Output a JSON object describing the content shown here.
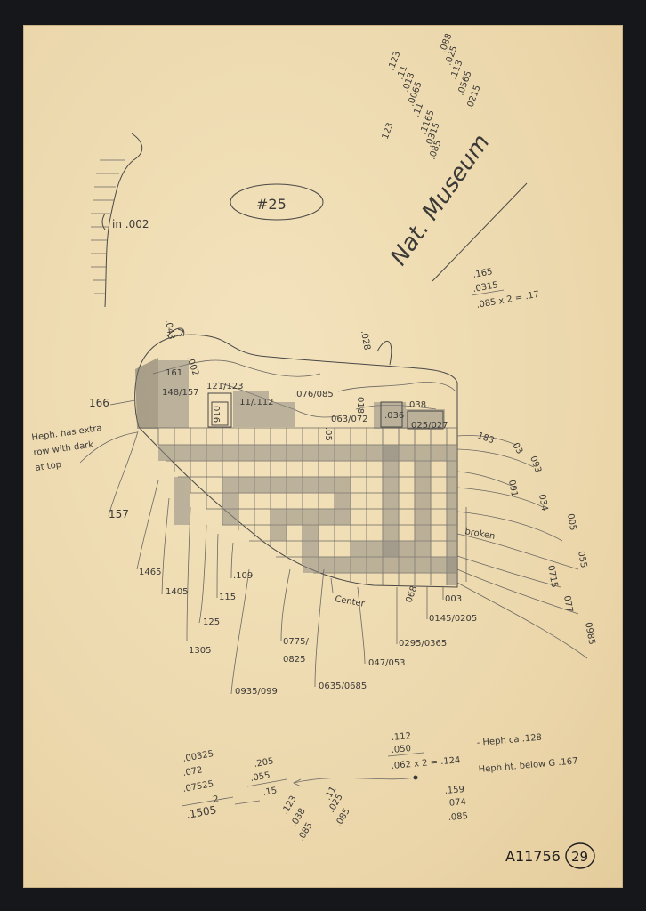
{
  "sheet": {
    "catalog_label": "#25",
    "museum_label": "Nat. Museum",
    "accession_id": "A11756",
    "page_number": "29"
  },
  "profile_sketch": {
    "note": "in .002"
  },
  "side_notes": {
    "left_note_lines": [
      "Heph. has extra",
      "row with dark",
      "at top"
    ]
  },
  "calc_top": {
    "col1": [
      ".123",
      ".11",
      ".013",
      ".0065",
      ".11",
      ".1165",
      ".0315",
      ".085"
    ],
    "col2": [
      ".088",
      ".025",
      ".113",
      ".0565",
      ".0215"
    ]
  },
  "calc_right": [
    ".165",
    ".0315",
    ".085 x 2 = .17"
  ],
  "top_measurements": {
    "left_tab": ".043",
    "right_tab": ".028"
  },
  "interior_labels": {
    "l161": "161",
    "l002": ".002",
    "l148": "148/157",
    "l121": "121/123",
    "l111": ".11/.112",
    "l076": ".076/085",
    "l016": "016",
    "l018": "018",
    "l063": "063/072",
    "l036": ".036",
    "l038": "038",
    "l025": "025/027",
    "l05": ".05",
    "l166": "166"
  },
  "left_dimensions": {
    "l157": "157",
    "l1465": "1465",
    "l1405": "1405",
    "l109": ".109",
    "l115": "115",
    "l125": "125",
    "l1305": "1305",
    "l0775": "0775/",
    "l0825": "0825",
    "l0935": "0935/099",
    "l0635": "0635/0685",
    "l047": "047/053",
    "l0295": "0295/0365",
    "l0145": "0145/0205",
    "l003": "003",
    "l068": "068",
    "center": "Center"
  },
  "right_dimensions": {
    "r183": "183",
    "r03": "03",
    "r093": "093",
    "r091": "091",
    "r034": "034",
    "r005": "005",
    "r055": "055",
    "r0715": "0715",
    "r077": "077",
    "r0985": "0985",
    "broken": "broken"
  },
  "calc_bottom_left": {
    "col1": [
      ".00325",
      ".072",
      ".07525",
      "2",
      ".1505"
    ],
    "col2": [
      ".205",
      ".055",
      ".15"
    ],
    "col3": [
      ".123",
      ".038",
      ".085"
    ],
    "col4": [
      ".11",
      ".025",
      ".085"
    ]
  },
  "calc_bottom_right": {
    "lines": [
      ".112",
      ".050",
      ".062 x 2 = .124"
    ],
    "heph1": "- Heph ca .128",
    "heph2": "Heph ht. below G .167",
    "col": [
      ".159",
      ".074",
      ".085"
    ]
  }
}
